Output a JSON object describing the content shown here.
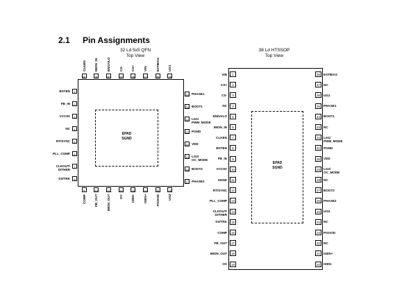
{
  "section": {
    "number": "2.1",
    "title": "Pin Assignments"
  },
  "qfn": {
    "caption_line1": "32 Ld 5x5 QFN",
    "caption_line2": "Top View",
    "epad_line1": "EPAD",
    "epad_line2": "SGND",
    "left_pins": [
      {
        "num": "1",
        "name": "BSTEN"
      },
      {
        "num": "2",
        "name": "FB_IN"
      },
      {
        "num": "3",
        "name": "VCC5V"
      },
      {
        "num": "4",
        "name": "NC"
      },
      {
        "num": "5",
        "name": "RT/SYNC"
      },
      {
        "num": "6",
        "name": "PLL_COMP"
      },
      {
        "num": "7",
        "name": "CLKOUT/ DITHER"
      },
      {
        "num": "8",
        "name": "SS/TRK"
      }
    ],
    "bottom_pins": [
      {
        "num": "9",
        "name": "COMP"
      },
      {
        "num": "10",
        "name": "FB_OUT"
      },
      {
        "num": "11",
        "name": "IMON_OUT"
      },
      {
        "num": "12",
        "name": "OV"
      },
      {
        "num": "13",
        "name": "ISEN-"
      },
      {
        "num": "14",
        "name": "ISEN+"
      },
      {
        "num": "15",
        "name": "PGOOD"
      },
      {
        "num": "16",
        "name": "UG2"
      }
    ],
    "right_pins": [
      {
        "num": "24",
        "name": "PHASE1"
      },
      {
        "num": "23",
        "name": "BOOT1"
      },
      {
        "num": "22",
        "name": "LG1/ PWM_MODE"
      },
      {
        "num": "21",
        "name": "PGND"
      },
      {
        "num": "20",
        "name": "VDD"
      },
      {
        "num": "19",
        "name": "LG2/ OC_MODE"
      },
      {
        "num": "18",
        "name": "BOOT2"
      },
      {
        "num": "17",
        "name": "PHASE2"
      }
    ],
    "top_pins": [
      {
        "num": "32",
        "name": "CLKEN"
      },
      {
        "num": "31",
        "name": "IMON_IN"
      },
      {
        "num": "30",
        "name": "EN/UVLO"
      },
      {
        "num": "29",
        "name": "CS-"
      },
      {
        "num": "28",
        "name": "CS+"
      },
      {
        "num": "27",
        "name": "VIN"
      },
      {
        "num": "26",
        "name": "EXTBIAS"
      },
      {
        "num": "25",
        "name": "UG1"
      }
    ]
  },
  "htssop": {
    "caption_line1": "38 Ld HTSSOP",
    "caption_line2": "Top View",
    "epad_line1": "EPAD",
    "epad_line2": "SGND",
    "left_pins": [
      {
        "num": "1",
        "name": "VIN"
      },
      {
        "num": "2",
        "name": "CS+"
      },
      {
        "num": "3",
        "name": "CS-"
      },
      {
        "num": "4",
        "name": "NC"
      },
      {
        "num": "5",
        "name": "EN/UVLO"
      },
      {
        "num": "6",
        "name": "IMON_IN"
      },
      {
        "num": "7",
        "name": "CLKEN"
      },
      {
        "num": "8",
        "name": "BSTEN"
      },
      {
        "num": "9",
        "name": "FB_IN"
      },
      {
        "num": "10",
        "name": "VCC5V"
      },
      {
        "num": "11",
        "name": "SGND"
      },
      {
        "num": "12",
        "name": "RT/SYNC"
      },
      {
        "num": "13",
        "name": "PLL_COMP"
      },
      {
        "num": "14",
        "name": "CLKOUT/ DITHER"
      },
      {
        "num": "15",
        "name": "SS/TRK"
      },
      {
        "num": "16",
        "name": "COMP"
      },
      {
        "num": "17",
        "name": "FB_OUT"
      },
      {
        "num": "18",
        "name": "IMON_OUT"
      },
      {
        "num": "19",
        "name": "OV"
      }
    ],
    "right_pins": [
      {
        "num": "38",
        "name": "EXTBIAS"
      },
      {
        "num": "37",
        "name": "NC"
      },
      {
        "num": "36",
        "name": "UG1"
      },
      {
        "num": "35",
        "name": "PHASE1"
      },
      {
        "num": "34",
        "name": "BOOT1"
      },
      {
        "num": "33",
        "name": "NC"
      },
      {
        "num": "32",
        "name": "LG1/ PWM_MODE"
      },
      {
        "num": "31",
        "name": "PGND"
      },
      {
        "num": "30",
        "name": "VDD"
      },
      {
        "num": "29",
        "name": "LG2/ OC_MODE"
      },
      {
        "num": "28",
        "name": "NC"
      },
      {
        "num": "27",
        "name": "BOOT2"
      },
      {
        "num": "26",
        "name": "PHASE2"
      },
      {
        "num": "25",
        "name": "UG2"
      },
      {
        "num": "24",
        "name": "NC"
      },
      {
        "num": "23",
        "name": "PGOOD"
      },
      {
        "num": "22",
        "name": "NC"
      },
      {
        "num": "21",
        "name": "ISEN+"
      },
      {
        "num": "20",
        "name": "ISEN-"
      }
    ]
  }
}
